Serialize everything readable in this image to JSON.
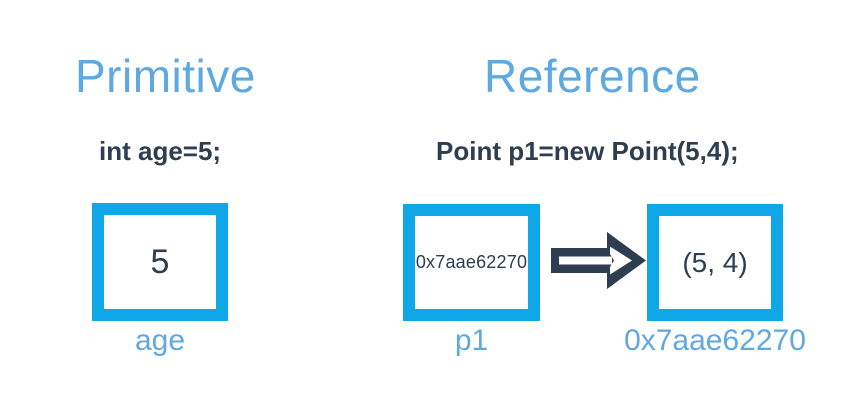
{
  "palette": {
    "accent_blue": "#10a7e8",
    "light_blue": "#5fa9e0",
    "dark_navy": "#2e3d4f",
    "background": "#ffffff"
  },
  "sections": {
    "primitive": {
      "heading": "Primitive",
      "code": "int age=5;",
      "box": {
        "value": "5",
        "label": "age"
      }
    },
    "reference": {
      "heading": "Reference",
      "code": "Point p1=new Point(5,4);",
      "pointer_box": {
        "value": "0x7aae62270",
        "label": "p1"
      },
      "arrow_icon": "block-arrow-right",
      "object_box": {
        "value": "(5, 4)",
        "label": "0x7aae62270"
      }
    }
  }
}
